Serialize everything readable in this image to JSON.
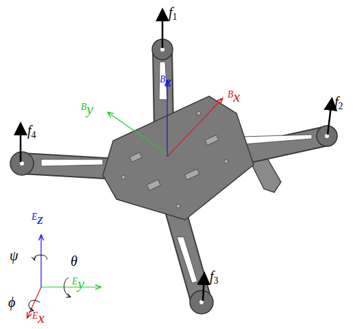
{
  "diagram": {
    "labels": [
      "f1",
      "f2",
      "f3",
      "f4",
      "Bz",
      "Bx",
      "By",
      "ψ",
      "θ",
      "Ez",
      "Ey",
      "ϕ",
      "Ex"
    ]
  }
}
